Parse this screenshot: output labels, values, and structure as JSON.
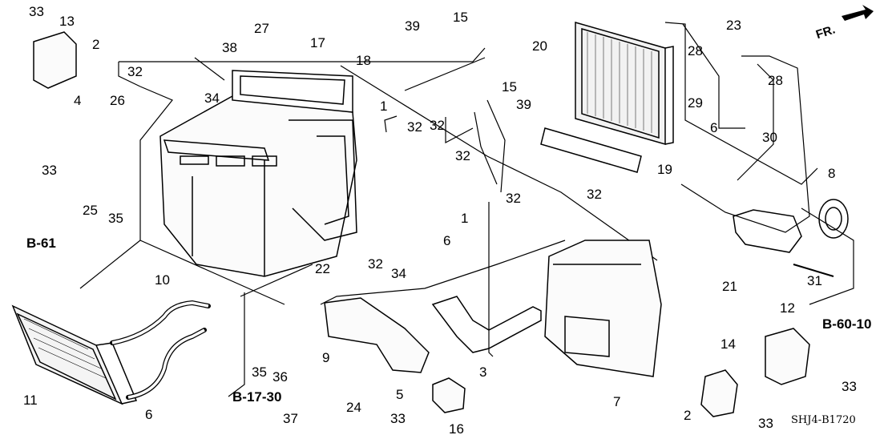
{
  "diagram": {
    "title_code": "SHJ4-B1720",
    "direction_label": "FR.",
    "colors": {
      "ink": "#000000",
      "paper": "#ffffff"
    },
    "callouts": [
      {
        "id": "c33a",
        "label": "33"
      },
      {
        "id": "c13",
        "label": "13"
      },
      {
        "id": "c2a",
        "label": "2"
      },
      {
        "id": "c27",
        "label": "27"
      },
      {
        "id": "c38",
        "label": "38"
      },
      {
        "id": "c17",
        "label": "17"
      },
      {
        "id": "c18",
        "label": "18"
      },
      {
        "id": "c39a",
        "label": "39"
      },
      {
        "id": "c15a",
        "label": "15"
      },
      {
        "id": "c32a",
        "label": "32"
      },
      {
        "id": "c4",
        "label": "4"
      },
      {
        "id": "c26",
        "label": "26"
      },
      {
        "id": "c34a",
        "label": "34"
      },
      {
        "id": "c1a",
        "label": "1"
      },
      {
        "id": "c15b",
        "label": "15"
      },
      {
        "id": "c39b",
        "label": "39"
      },
      {
        "id": "c32b",
        "label": "32"
      },
      {
        "id": "c32c",
        "label": "32"
      },
      {
        "id": "c32d",
        "label": "32"
      },
      {
        "id": "c33b",
        "label": "33"
      },
      {
        "id": "c25",
        "label": "25"
      },
      {
        "id": "c35a",
        "label": "35"
      },
      {
        "id": "c1b",
        "label": "1"
      },
      {
        "id": "c20",
        "label": "20"
      },
      {
        "id": "c23",
        "label": "23"
      },
      {
        "id": "c28a",
        "label": "28"
      },
      {
        "id": "c29",
        "label": "29"
      },
      {
        "id": "c28b",
        "label": "28"
      },
      {
        "id": "c30",
        "label": "30"
      },
      {
        "id": "c6a",
        "label": "6"
      },
      {
        "id": "c19",
        "label": "19"
      },
      {
        "id": "c8",
        "label": "8"
      },
      {
        "id": "c32e",
        "label": "32"
      },
      {
        "id": "c32f",
        "label": "32"
      },
      {
        "id": "c6b",
        "label": "6"
      },
      {
        "id": "c32g",
        "label": "32"
      },
      {
        "id": "c34b",
        "label": "34"
      },
      {
        "id": "c22",
        "label": "22"
      },
      {
        "id": "c10",
        "label": "10"
      },
      {
        "id": "c21",
        "label": "21"
      },
      {
        "id": "c31",
        "label": "31"
      },
      {
        "id": "c12",
        "label": "12"
      },
      {
        "id": "c11",
        "label": "11"
      },
      {
        "id": "c35b",
        "label": "35"
      },
      {
        "id": "c36",
        "label": "36"
      },
      {
        "id": "c9",
        "label": "9"
      },
      {
        "id": "c3",
        "label": "3"
      },
      {
        "id": "c7",
        "label": "7"
      },
      {
        "id": "c14",
        "label": "14"
      },
      {
        "id": "c6c",
        "label": "6"
      },
      {
        "id": "c5",
        "label": "5"
      },
      {
        "id": "c37",
        "label": "37"
      },
      {
        "id": "c24",
        "label": "24"
      },
      {
        "id": "c33c",
        "label": "33"
      },
      {
        "id": "c16",
        "label": "16"
      },
      {
        "id": "c2b",
        "label": "2"
      },
      {
        "id": "c33d",
        "label": "33"
      },
      {
        "id": "c33e",
        "label": "33"
      }
    ],
    "references": [
      {
        "id": "r1",
        "label": "B-61"
      },
      {
        "id": "r2",
        "label": "B-17-30"
      },
      {
        "id": "r3",
        "label": "B-60-10"
      }
    ]
  }
}
